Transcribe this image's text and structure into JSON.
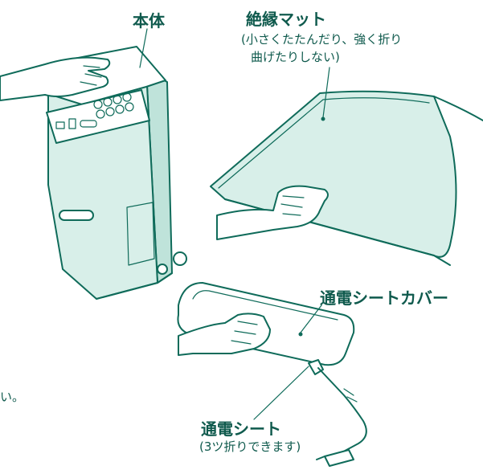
{
  "labels": {
    "main_unit": "本体",
    "mat_title": "絶縁マット",
    "mat_note_1": "(小さくたたんだり、強く折り",
    "mat_note_2": "曲げたりしない)",
    "cover_title": "通電シートカバー",
    "sheet_title": "通電シート",
    "sheet_note": "(3ツ折りできます)",
    "edge_fragment": "い。"
  },
  "colors": {
    "line": "#0f6b5a",
    "text": "#0f5a4d",
    "fill": "#d8efe9",
    "fill_dark": "#bfe3da",
    "skin": "#ffffff"
  }
}
